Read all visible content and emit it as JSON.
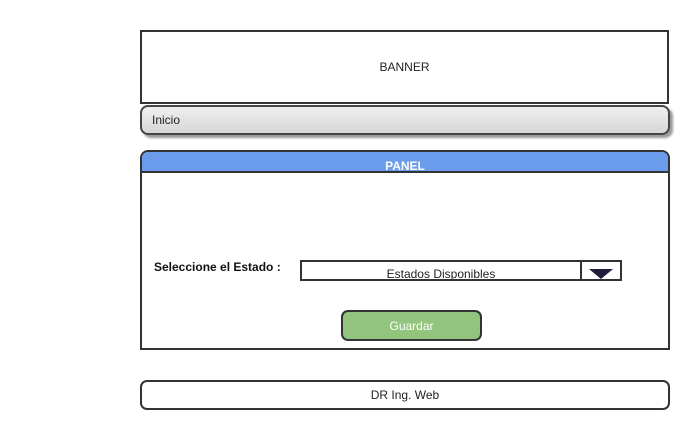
{
  "banner": {
    "text": "BANNER"
  },
  "breadcrumb": {
    "label": "Inicio"
  },
  "panel": {
    "title": "PANEL",
    "state_label": "Seleccione el Estado :",
    "state_select": {
      "selected": "Estados Disponibles",
      "icon": "triangle-down-icon"
    },
    "save_label": "Guardar"
  },
  "footer": {
    "text": "DR Ing. Web"
  },
  "colors": {
    "panel_header": "#6b9beb",
    "save_button": "#93c47d",
    "border": "#333333",
    "arrow": "#1e1e3c"
  }
}
